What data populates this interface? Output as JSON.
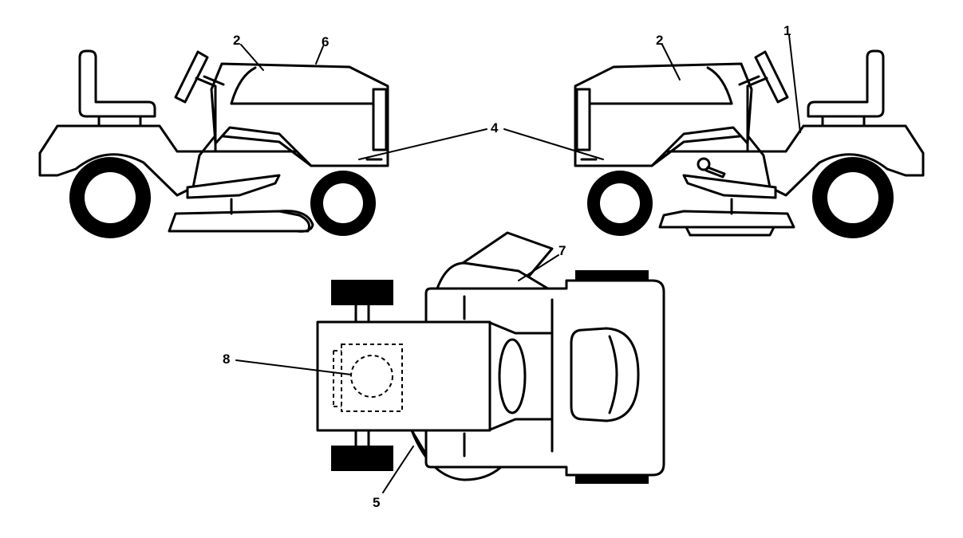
{
  "callouts": {
    "left_hood": "2",
    "left_top": "6",
    "center_frame": "4",
    "right_hood": "2",
    "right_rear": "1",
    "chute": "7",
    "engine": "8",
    "deck_side": "5"
  }
}
